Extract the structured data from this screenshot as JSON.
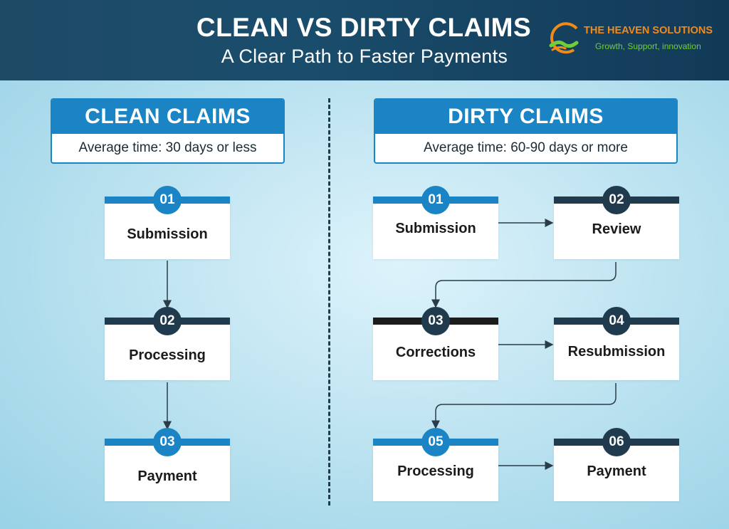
{
  "header": {
    "title": "CLEAN VS DIRTY CLAIMS",
    "subtitle": "A Clear Path to Faster Payments",
    "logo_name": "THE HEAVEN SOLUTIONS",
    "logo_tagline": "Growth, Support, innovation"
  },
  "colors": {
    "header_bg": "#1a4d6c",
    "accent_blue": "#1a84c5",
    "navy": "#1f3b4d",
    "logo_orange": "#f28a1a",
    "logo_green": "#6fcf3a"
  },
  "clean": {
    "title": "CLEAN CLAIMS",
    "subtitle": "Average time: 30 days or less",
    "steps": [
      {
        "num": "01",
        "label": "Submission"
      },
      {
        "num": "02",
        "label": "Processing"
      },
      {
        "num": "03",
        "label": "Payment"
      }
    ]
  },
  "dirty": {
    "title": "DIRTY CLAIMS",
    "subtitle": "Average time: 60-90 days or more",
    "steps": [
      {
        "num": "01",
        "label": "Submission"
      },
      {
        "num": "02",
        "label": "Review"
      },
      {
        "num": "03",
        "label": "Corrections"
      },
      {
        "num": "04",
        "label": "Resubmission"
      },
      {
        "num": "05",
        "label": "Processing"
      },
      {
        "num": "06",
        "label": "Payment"
      }
    ]
  }
}
